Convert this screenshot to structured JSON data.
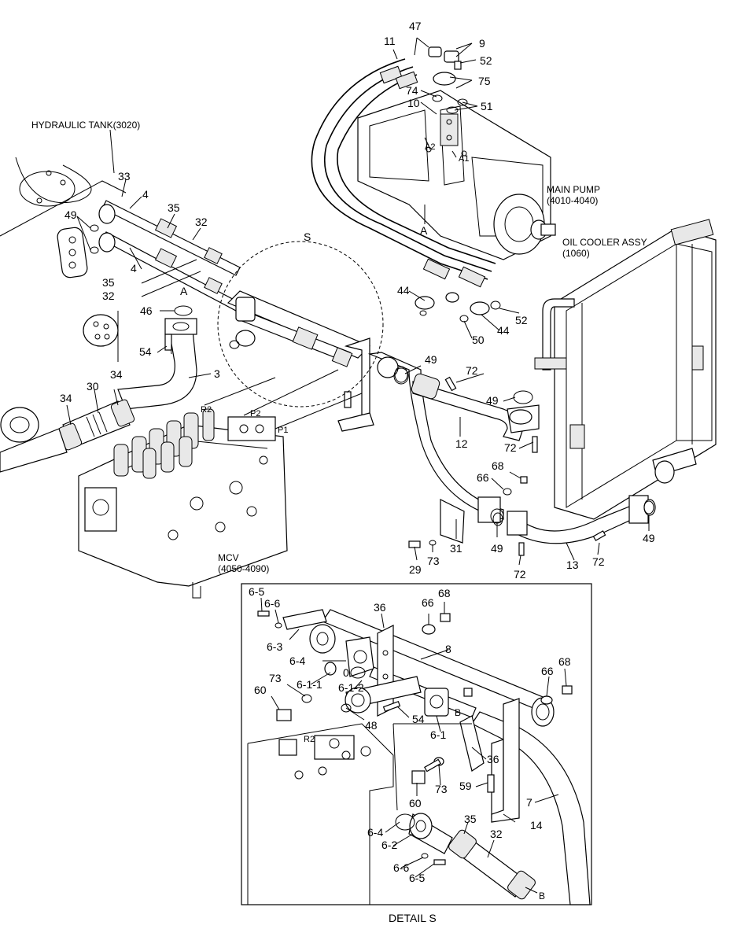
{
  "callouts": {
    "hydraulic_tank": "HYDRAULIC TANK(3020)",
    "main_pump": "MAIN PUMP",
    "main_pump_code": "(4010-4040)",
    "oil_cooler": "OIL COOLER ASSY",
    "oil_cooler_code": "(1060)",
    "mcv": "MCV",
    "mcv_code": "(4050-4090)",
    "detail_title": "DETAIL  S",
    "section_s": "S"
  },
  "port_labels": {
    "a": "A",
    "a1": "A1",
    "a2": "A2",
    "b": "B",
    "p1": "P1",
    "p2": "P2",
    "r2": "R2"
  },
  "part_numbers": {
    "p47": "47",
    "p9": "9",
    "p11": "11",
    "p52": "52",
    "p75": "75",
    "p74": "74",
    "p10": "10",
    "p51": "51",
    "p33": "33",
    "p4a": "4",
    "p49a": "49",
    "p35a": "35",
    "p32a": "32",
    "p4b": "4",
    "p35b": "35",
    "p32b": "32",
    "p46": "46",
    "p54": "54",
    "p3": "3",
    "p34a": "34",
    "p34b": "34",
    "p30": "30",
    "p44a": "44",
    "p44b": "44",
    "p52b": "52",
    "p50": "50",
    "p49b": "49",
    "p72a": "72",
    "p49c": "49",
    "p12": "12",
    "p72b": "72",
    "p68a": "68",
    "p66a": "66",
    "p31": "31",
    "p29": "29",
    "p73a": "73",
    "p49d": "49",
    "p72c": "72",
    "p13": "13",
    "p72d": "72",
    "p49e": "49"
  },
  "detail_parts": {
    "d65a": "6-5",
    "d66a": "6-6",
    "d63": "6-3",
    "d36a": "36",
    "d66b": "66",
    "d68a": "68",
    "d8": "8",
    "d64a": "6-4",
    "d0": "0",
    "d611": "6-1-1",
    "d612": "6-1-2",
    "d73a": "73",
    "d60a": "60",
    "d48": "48",
    "d54": "54",
    "d61": "6-1",
    "d66c": "66",
    "d68b": "68",
    "d36b": "36",
    "d73b": "73",
    "d60b": "60",
    "d59": "59",
    "d7": "7",
    "d14": "14",
    "d64b": "6-4",
    "d62": "6-2",
    "d35": "35",
    "d32": "32",
    "d66d": "6-6",
    "d65b": "6-5"
  }
}
